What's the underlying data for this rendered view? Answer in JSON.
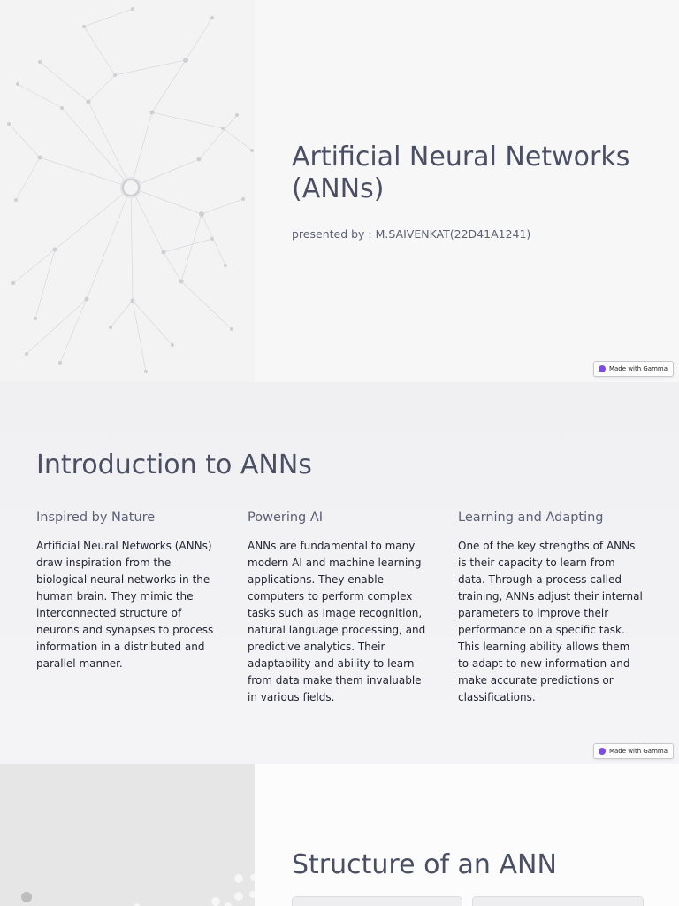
{
  "slide1": {
    "title": "Artificial Neural Networks (ANNs)",
    "subtitle": "presented by : M.SAIVENKAT(22D41A1241)",
    "badge": "Made with Gamma"
  },
  "slide2": {
    "title": "Introduction to ANNs",
    "columns": [
      {
        "heading": "Inspired by Nature",
        "body": "Artificial Neural Networks (ANNs) draw inspiration from the biological neural networks in the human brain. They mimic the interconnected structure of neurons and synapses to process information in a distributed and parallel manner."
      },
      {
        "heading": "Powering AI",
        "body": "ANNs are fundamental to many modern AI and machine learning applications. They enable computers to perform complex tasks such as image recognition, natural language processing, and predictive analytics. Their adaptability and ability to learn from data make them invaluable in various fields."
      },
      {
        "heading": "Learning and Adapting",
        "body": "One of the key strengths of ANNs is their capacity to learn from data. Through a process called training, ANNs adjust their internal parameters to improve their performance on a specific task. This learning ability allows them to adapt to new information and make accurate predictions or classifications."
      }
    ],
    "badge": "Made with Gamma"
  },
  "slide3": {
    "title": "Structure of an ANN"
  },
  "colors": {
    "heading": "#4b4f63",
    "body_text": "#1f2230",
    "gamma_brand": "#7d4be0"
  }
}
